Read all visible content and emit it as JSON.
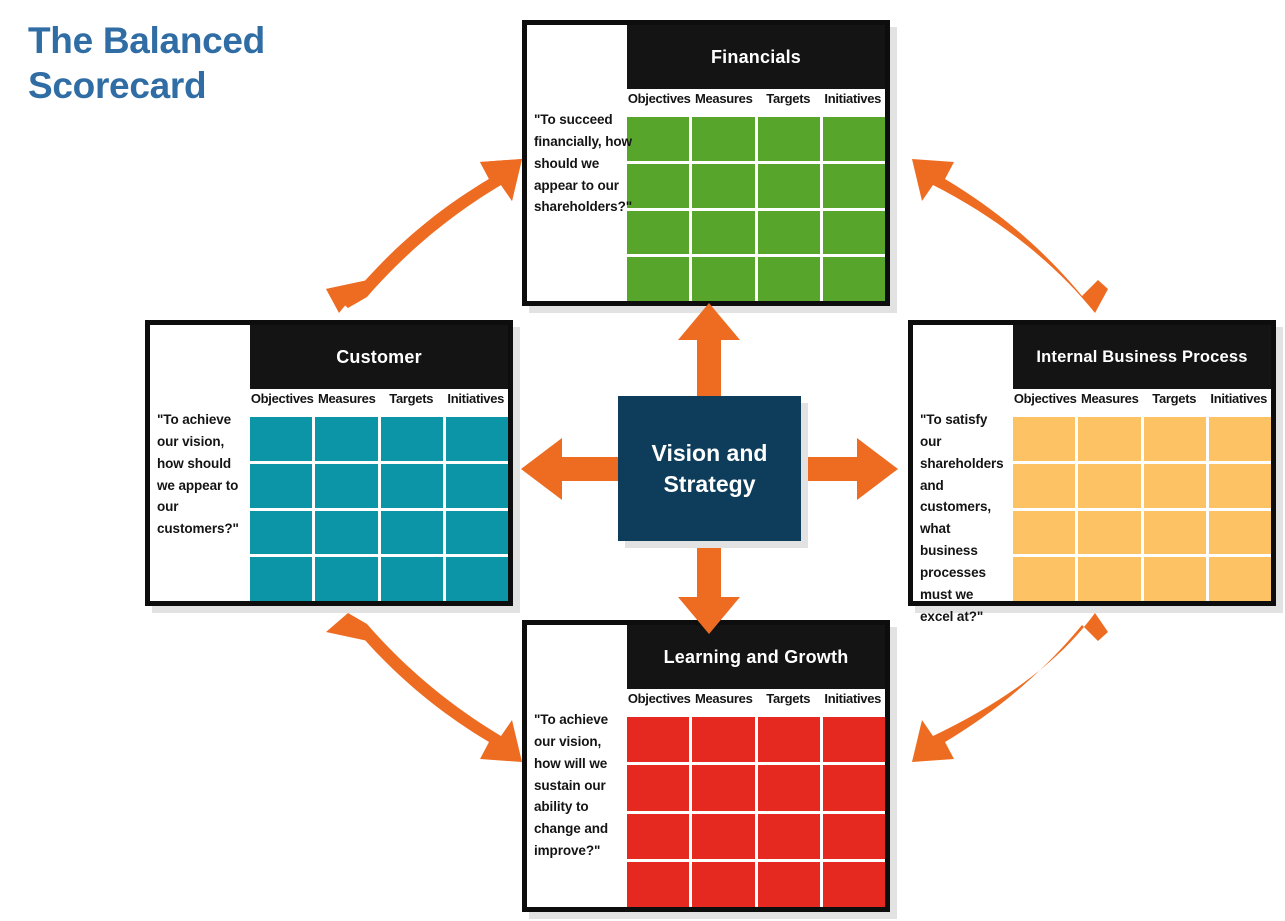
{
  "title": {
    "line1": "The Balanced",
    "line2": "Scorecard"
  },
  "colors": {
    "title_blue": "#2f6da4",
    "arrow_orange": "#ee6c22",
    "panel_border_black": "#0d0d0d",
    "center_navy": "#0e3d5c",
    "financials_green": "#58a52c",
    "customer_teal": "#0c95a6",
    "internal_amber": "#fcc263",
    "learning_red": "#e62920",
    "shadow_gray": "#e2e2e2"
  },
  "center": {
    "line1": "Vision and",
    "line2": "Strategy",
    "label": "Vision and Strategy"
  },
  "column_headers": [
    "Objectives",
    "Measures",
    "Targets",
    "Initiatives"
  ],
  "panels": [
    {
      "id": "financials",
      "title": "Financials",
      "question": "\"To succeed financially, how should we appear to our shareholders?\"",
      "grid_color": "#58a52c",
      "rows": 4,
      "cols": 4
    },
    {
      "id": "customer",
      "title": "Customer",
      "question": "\"To achieve our vision, how should we appear to our customers?\"",
      "grid_color": "#0c95a6",
      "rows": 4,
      "cols": 4
    },
    {
      "id": "internal-business-process",
      "title": "Internal Business Process",
      "question": "\"To satisfy our shareholders and customers, what business processes must we excel at?\"",
      "grid_color": "#fcc263",
      "rows": 4,
      "cols": 4
    },
    {
      "id": "learning-and-growth",
      "title": "Learning and Growth",
      "question": "\"To achieve our vision, how will we sustain our ability to change and improve?\"",
      "grid_color": "#e62920",
      "rows": 4,
      "cols": 4
    }
  ],
  "connectors": {
    "straight": [
      {
        "name": "center-to-financials",
        "direction": "up"
      },
      {
        "name": "center-to-customer",
        "direction": "left"
      },
      {
        "name": "center-to-internal-business-process",
        "direction": "right"
      },
      {
        "name": "center-to-learning-and-growth",
        "direction": "down"
      }
    ],
    "curved": [
      {
        "name": "financials-customer",
        "type": "double-headed"
      },
      {
        "name": "financials-internal-business-process",
        "type": "double-headed"
      },
      {
        "name": "customer-learning-and-growth",
        "type": "double-headed"
      },
      {
        "name": "internal-business-process-learning-and-growth",
        "type": "double-headed"
      }
    ]
  }
}
